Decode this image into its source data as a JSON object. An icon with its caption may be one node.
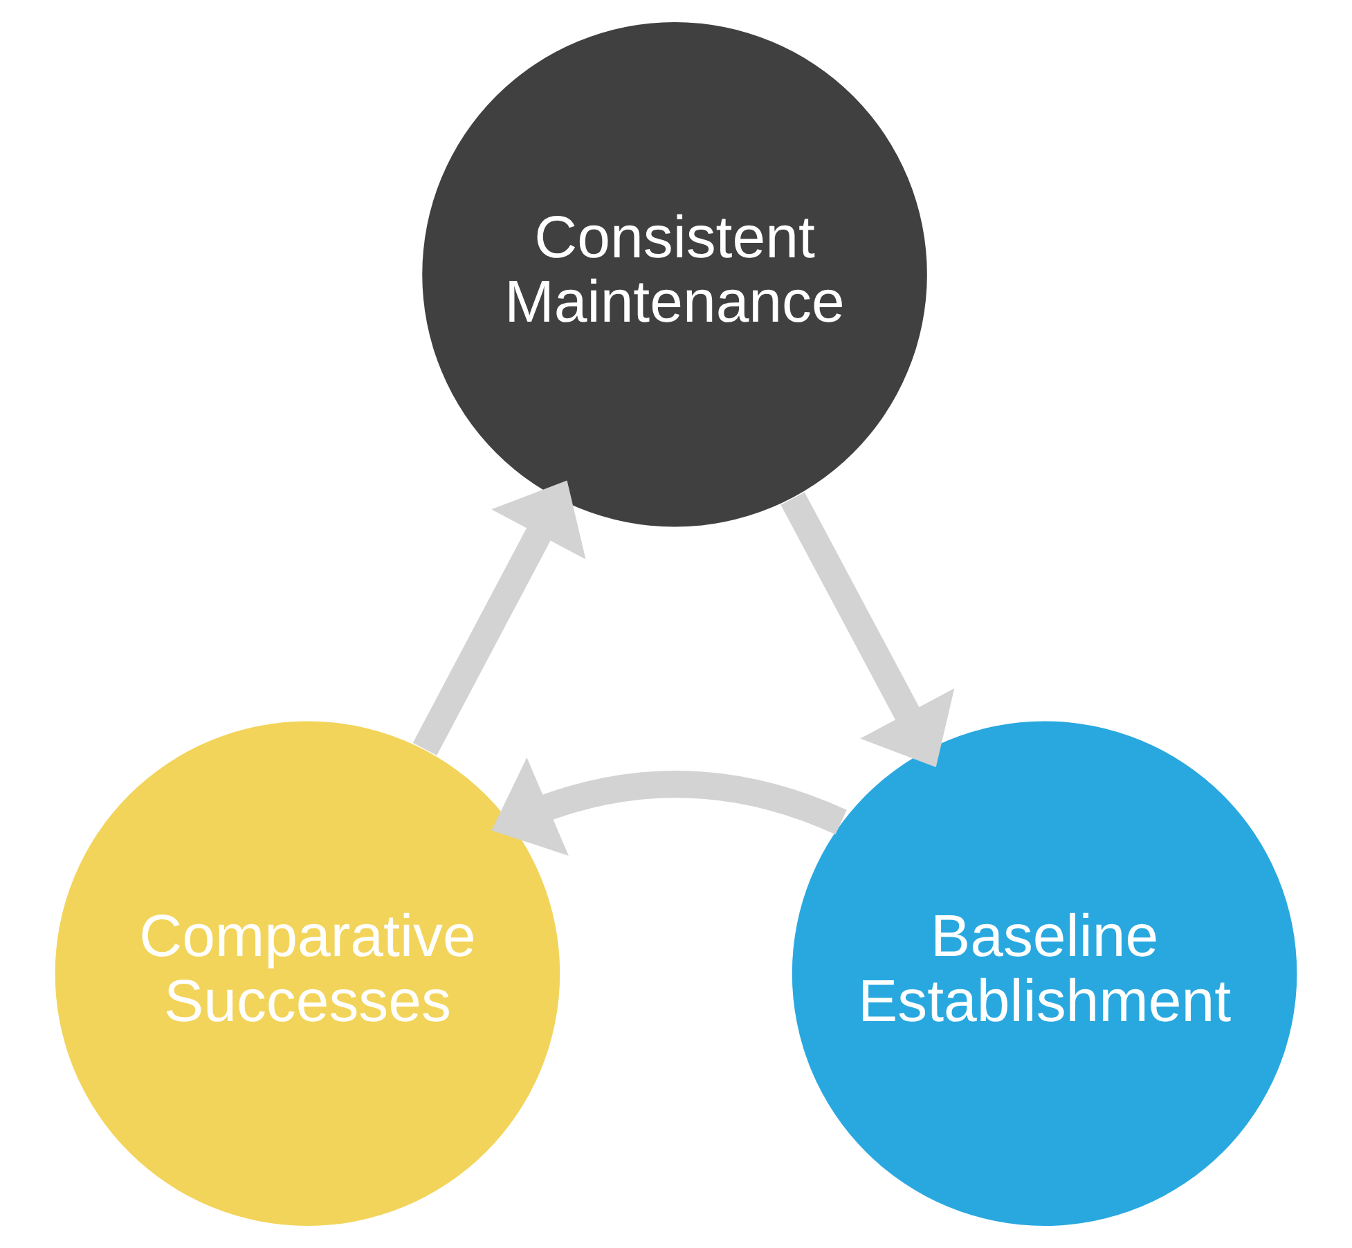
{
  "diagram": {
    "nodes": [
      {
        "text": [
          "Consistent Maintenance"
        ]
      },
      {
        "text": [
          "Baseline Establishment"
        ]
      },
      {
        "text": [
          "Comparative Successes"
        ]
      }
    ],
    "edges": [
      {
        "from": 0,
        "to": 1,
        "arrow": "to"
      },
      {
        "from": 1,
        "to": 2,
        "arrow": "to"
      },
      {
        "from": 2,
        "to": 0,
        "arrow": "to"
      }
    ]
  }
}
